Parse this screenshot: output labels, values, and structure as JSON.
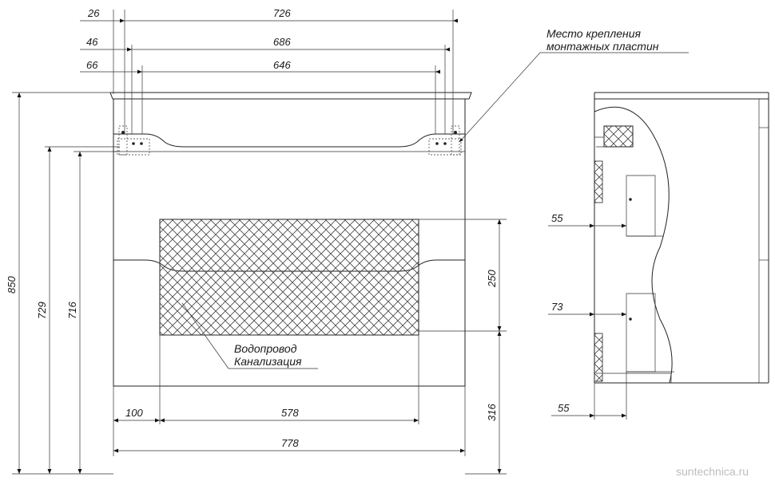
{
  "dims": {
    "top_overall": "726",
    "top_left_offset": "26",
    "mid_overall": "686",
    "mid_left_offset": "46",
    "inner_overall": "646",
    "inner_left_offset": "66",
    "height_total": "850",
    "height_729": "729",
    "height_716": "716",
    "zone_height": "250",
    "zone_bottom": "316",
    "zone_left": "100",
    "zone_width": "578",
    "width_total": "778",
    "side_55_top": "55",
    "side_73": "73",
    "side_55_bottom": "55"
  },
  "notes": {
    "mount_line1": "Место крепления",
    "mount_line2": "монтажных пластин",
    "pipes_line1": "Водопровод",
    "pipes_line2": "Канализация"
  },
  "watermark": "suntechnica.ru",
  "colors": {
    "line": "#222222",
    "watermark": "#bdbdbd"
  }
}
